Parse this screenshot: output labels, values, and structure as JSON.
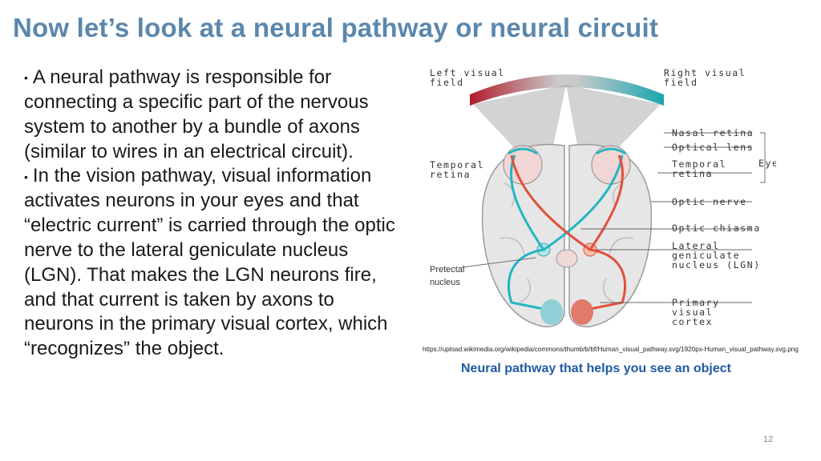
{
  "slide": {
    "title": "Now let’s look at a neural pathway or neural circuit",
    "bullets": [
      "A neural pathway is responsible for connecting a specific part of the nervous system to another by a bundle of axons (similar to wires in an electrical circuit).",
      "In the vision pathway, visual information activates neurons in your eyes and that “electric current” is carried through the optic nerve to the lateral geniculate nucleus (LGN). That makes the LGN neurons fire, and that current is taken by axons to neurons in the primary visual cortex, which “recognizes” the object."
    ],
    "bullet_marker": "•",
    "figure": {
      "labels": {
        "left_field_1": "Left visual",
        "left_field_2": "field",
        "right_field_1": "Right visual",
        "right_field_2": "field",
        "nasal": "Nasal retina",
        "lens": "Optical lens",
        "temporal_r1": "Temporal",
        "temporal_r2": "retina",
        "temporal_l1": "Temporal",
        "temporal_l2": "retina",
        "eye": "Eye",
        "optic_nerve": "Optic nerve",
        "chiasma": "Optic chiasma",
        "lgn_1": "Lateral",
        "lgn_2": "geniculate",
        "lgn_3": "nucleus (LGN)",
        "pretectal_1": "Pretectal",
        "pretectal_2": "nucleus",
        "cortex_1": "Primary",
        "cortex_2": "visual",
        "cortex_3": "cortex"
      }
    },
    "source_url": "https://upload.wikimedia.org/wikipedia/commons/thumb/b/bf/Human_visual_pathway.svg/1920px-Human_visual_pathway.svg.png",
    "caption": "Neural pathway that helps you see an object",
    "page_number": "12"
  }
}
